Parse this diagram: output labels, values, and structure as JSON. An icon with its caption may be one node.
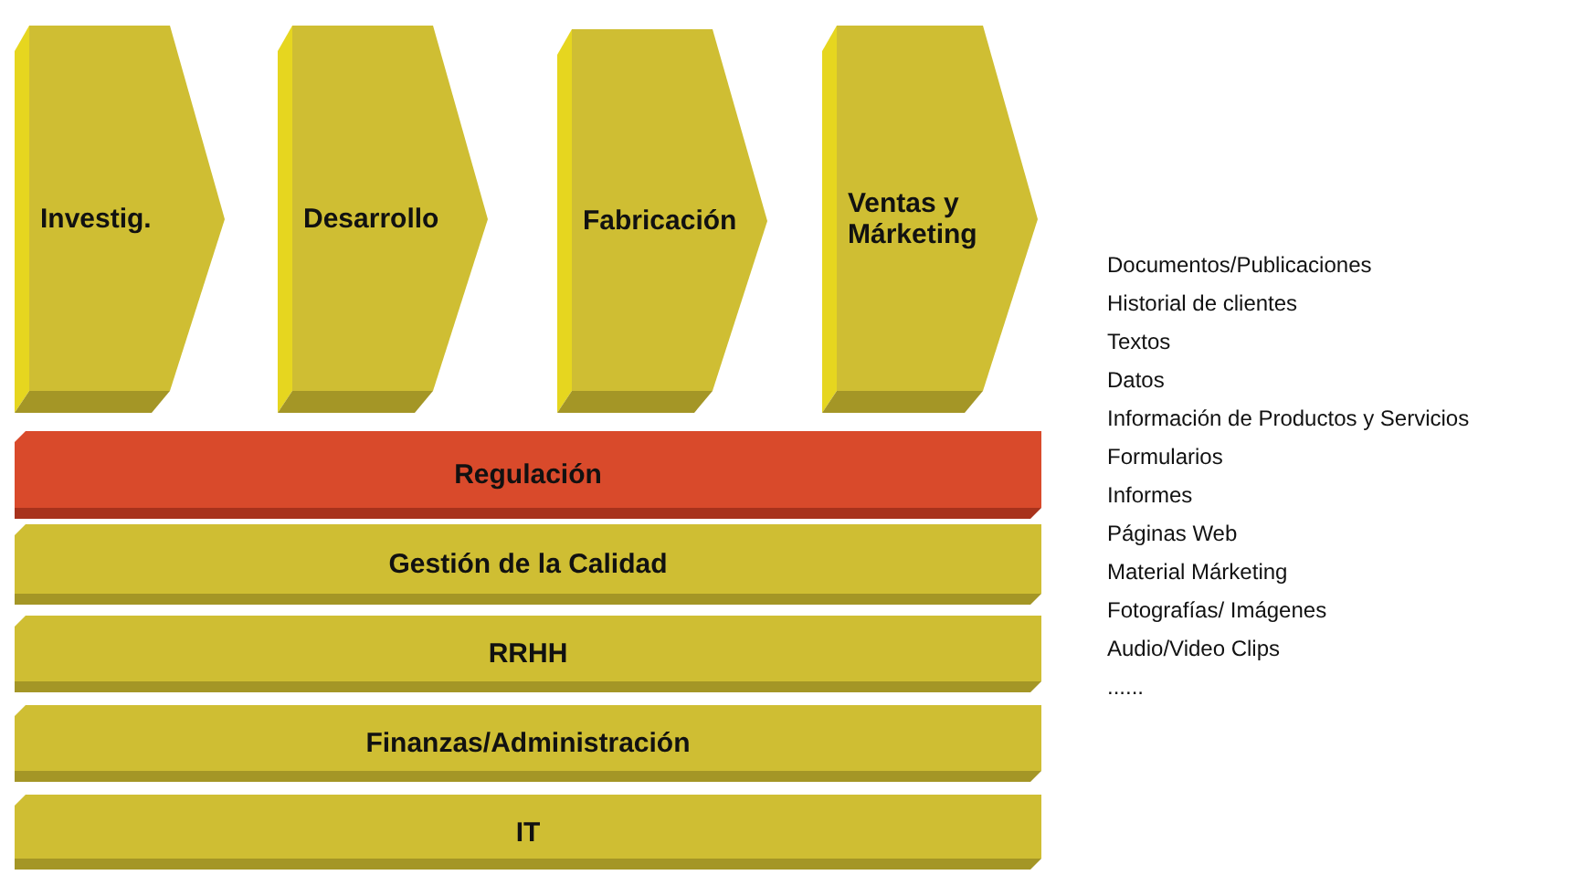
{
  "diagram": {
    "nodes": [
      {
        "text": [
          "Investig."
        ]
      },
      {
        "text": [
          "Desarrollo"
        ]
      },
      {
        "text": [
          "Fabricación"
        ]
      },
      {
        "text": [
          "Ventas y Márketing"
        ]
      },
      {
        "text": [
          "Regulación"
        ]
      },
      {
        "text": [
          "Gestión de la Calidad"
        ]
      },
      {
        "text": [
          "RRHH"
        ]
      },
      {
        "text": [
          "Finanzas/Administración"
        ]
      },
      {
        "text": [
          "IT"
        ]
      }
    ],
    "labels": [
      "Documentos/Publicaciones",
      "Historial de clientes",
      "Textos",
      "Datos",
      "Información de Productos y Servicios",
      "Formularios",
      "Informes",
      "Páginas Web",
      "Material Márketing",
      "Fotografías/ Imágenes",
      "Audio/Video Clips",
      "......"
    ]
  }
}
